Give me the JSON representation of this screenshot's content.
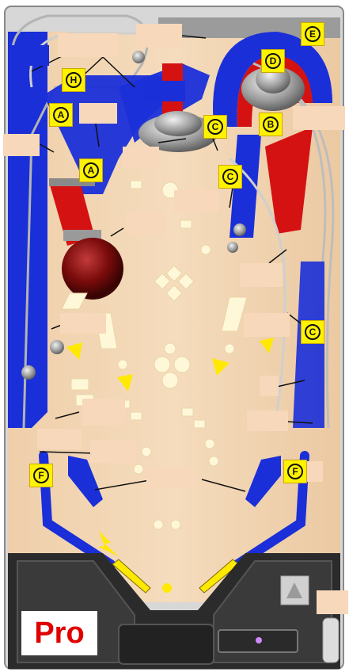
{
  "callouts": {
    "a1": "A",
    "a2": "A",
    "b": "B",
    "c1": "C",
    "c2": "C",
    "c3": "C",
    "d": "D",
    "e": "E",
    "f1": "F",
    "f2": "F",
    "h": "H"
  },
  "badge": {
    "text": "Pro"
  },
  "colors": {
    "wood": "#f1d2b0",
    "wood_dark": "#e6c199",
    "blue": "#1a2fd8",
    "red": "#d41212",
    "insert": "#fff8d8",
    "callout": "#fff200",
    "label_box": "#f7d8bb",
    "apron": "#2a2a2a",
    "badge_text": "#e00000"
  },
  "icons": {
    "captive-ball": "red-sphere",
    "flipper": "yellow-bat",
    "toy": "chrome-saucer"
  }
}
